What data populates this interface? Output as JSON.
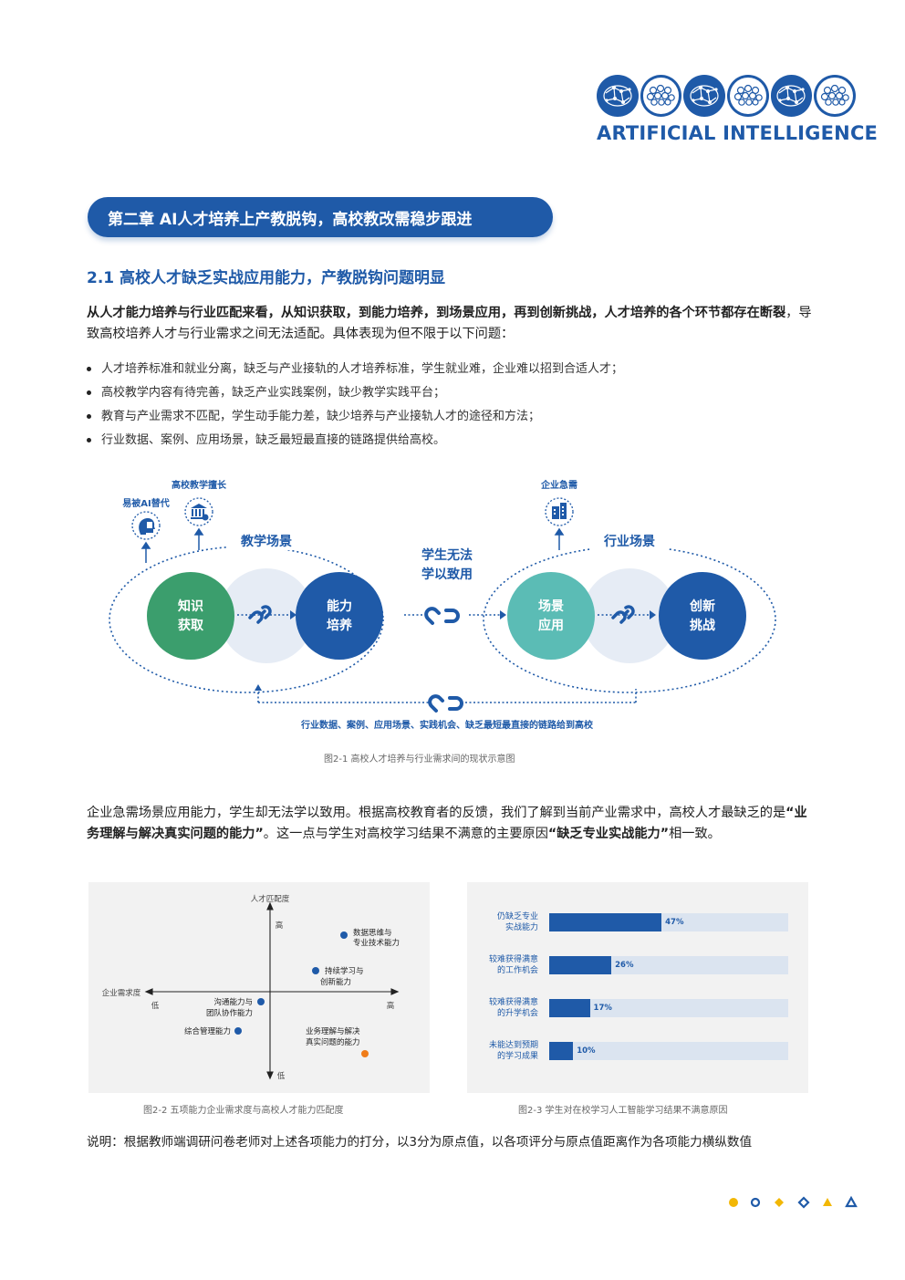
{
  "header": {
    "logo_text": "ARTIFICIAL INTELLIGENCE"
  },
  "chapter_title": "第二章  AI人才培养上产教脱钩，高校教改需稳步跟进",
  "section_title": "2.1  高校人才缺乏实战应用能力，产教脱钩问题明显",
  "intro": {
    "bold": "从人才能力培养与行业匹配来看，从知识获取，到能力培养，到场景应用，再到创新挑战，人才培养的各个环节都存在断裂",
    "normal": "，导致高校培养人才与行业需求之间无法适配。具体表现为但不限于以下问题："
  },
  "bullets": [
    "人才培养标准和就业分离，缺乏与产业接轨的人才培养标准，学生就业难，企业难以招到合适人才；",
    "高校教学内容有待完善，缺乏产业实践案例，缺少教学实践平台；",
    "教育与产业需求不匹配，学生动手能力差，缺少培养与产业接轨人才的途径和方法；",
    "行业数据、案例、应用场景，缺乏最短最直接的链路提供给高校。"
  ],
  "diagram": {
    "label_replaceable": "易被AI替代",
    "label_teaching_strength": "高校教学擅长",
    "label_enterprise_need": "企业急需",
    "teaching_scene": "教学场景",
    "industry_scene": "行业场景",
    "middle_label_1": "学生无法",
    "middle_label_2": "学以致用",
    "knowledge_1": "知识",
    "knowledge_2": "获取",
    "ability_1": "能力",
    "ability_2": "培养",
    "scene_1": "场景",
    "scene_2": "应用",
    "innovation_1": "创新",
    "innovation_2": "挑战",
    "bottom_label": "行业数据、案例、应用场景、实践机会、缺乏最短最直接的链路给到高校",
    "colors": {
      "knowledge": "#3b9e6d",
      "ability": "#1f5aa8",
      "scene": "#5bbcb5",
      "innovation": "#1f5aa8"
    }
  },
  "figure1_caption": "图2-1 高校人才培养与行业需求间的现状示意图",
  "para2": {
    "t1": "企业急需场景应用能力，学生却无法学以致用。根据高校教育者的反馈，我们了解到当前产业需求中，高校人才最缺乏的是",
    "b1": "“业务理解与解决真实问题的能力”",
    "t2": "。这一点与学生对高校学习结果不满意的主要原因",
    "b2": "“缺乏专业实战能力”",
    "t3": "相一致。"
  },
  "matrix": {
    "y_axis_label": "人才匹配度",
    "x_axis_label": "企业需求度",
    "high_y": "高",
    "low_y": "低",
    "high_x": "高",
    "low_x": "低",
    "points": [
      {
        "label_1": "数据思维与",
        "label_2": "专业技术能力",
        "color": "#1f5aa8"
      },
      {
        "label_1": "持续学习与",
        "label_2": "创新能力",
        "color": "#1f5aa8"
      },
      {
        "label_1": "沟通能力与",
        "label_2": "团队协作能力",
        "color": "#1f5aa8"
      },
      {
        "label_1": "综合管理能力",
        "label_2": "",
        "color": "#1f5aa8"
      },
      {
        "label_1": "业务理解与解决",
        "label_2": "真实问题的能力",
        "color": "#f07d1a"
      }
    ]
  },
  "figure2_caption": "图2-2 五项能力企业需求度与高校人才能力匹配度",
  "chart_data": {
    "type": "bar",
    "orientation": "horizontal",
    "categories": [
      "仍缺乏专业实战能力",
      "较难获得满意的工作机会",
      "较难获得满意的升学机会",
      "未能达到预期的学习成果"
    ],
    "category_lines": [
      [
        "仍缺乏专业",
        "实战能力"
      ],
      [
        "较难获得满意",
        "的工作机会"
      ],
      [
        "较难获得满意",
        "的升学机会"
      ],
      [
        "未能达到预期",
        "的学习成果"
      ]
    ],
    "values": [
      47,
      26,
      17,
      10
    ],
    "value_labels": [
      "47%",
      "26%",
      "17%",
      "10%"
    ],
    "xlim": [
      0,
      100
    ],
    "colors": {
      "bar": "#1f5aa8",
      "track": "#dbe4f0"
    }
  },
  "figure3_caption": "图2-3 学生对在校学习人工智能学习结果不满意原因",
  "note": "说明：根据教师端调研问卷老师对上述各项能力的打分，以3分为原点值，以各项评分与原点值距离作为各项能力横纵数值",
  "footer_colors": {
    "yellow": "#f2b705",
    "blue": "#1f5aa8"
  }
}
